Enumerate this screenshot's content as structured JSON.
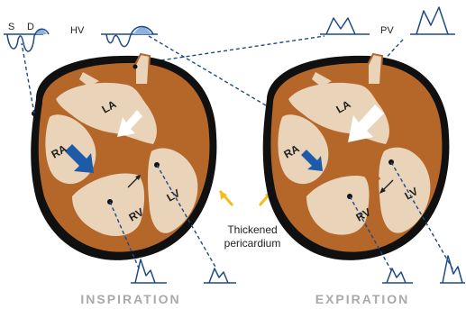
{
  "labels": {
    "s": "S",
    "d": "D",
    "hv": "HV",
    "pv": "PV",
    "la": "LA",
    "ra": "RA",
    "lv": "LV",
    "rv": "RV",
    "thickened": "Thickened",
    "pericardium": "pericardium",
    "inspiration": "INSPIRATION",
    "expiration": "EXPIRATION"
  },
  "colors": {
    "pericardium": "#101010",
    "myocardium": "#b5672a",
    "chamber": "#e9d3b9",
    "dash": "#1f4a86",
    "blue_arrow": "#1d5aa8",
    "white_arrow": "#ffffff",
    "callout": "#f2bd1d",
    "wave_fill": "#8fb0dc"
  }
}
